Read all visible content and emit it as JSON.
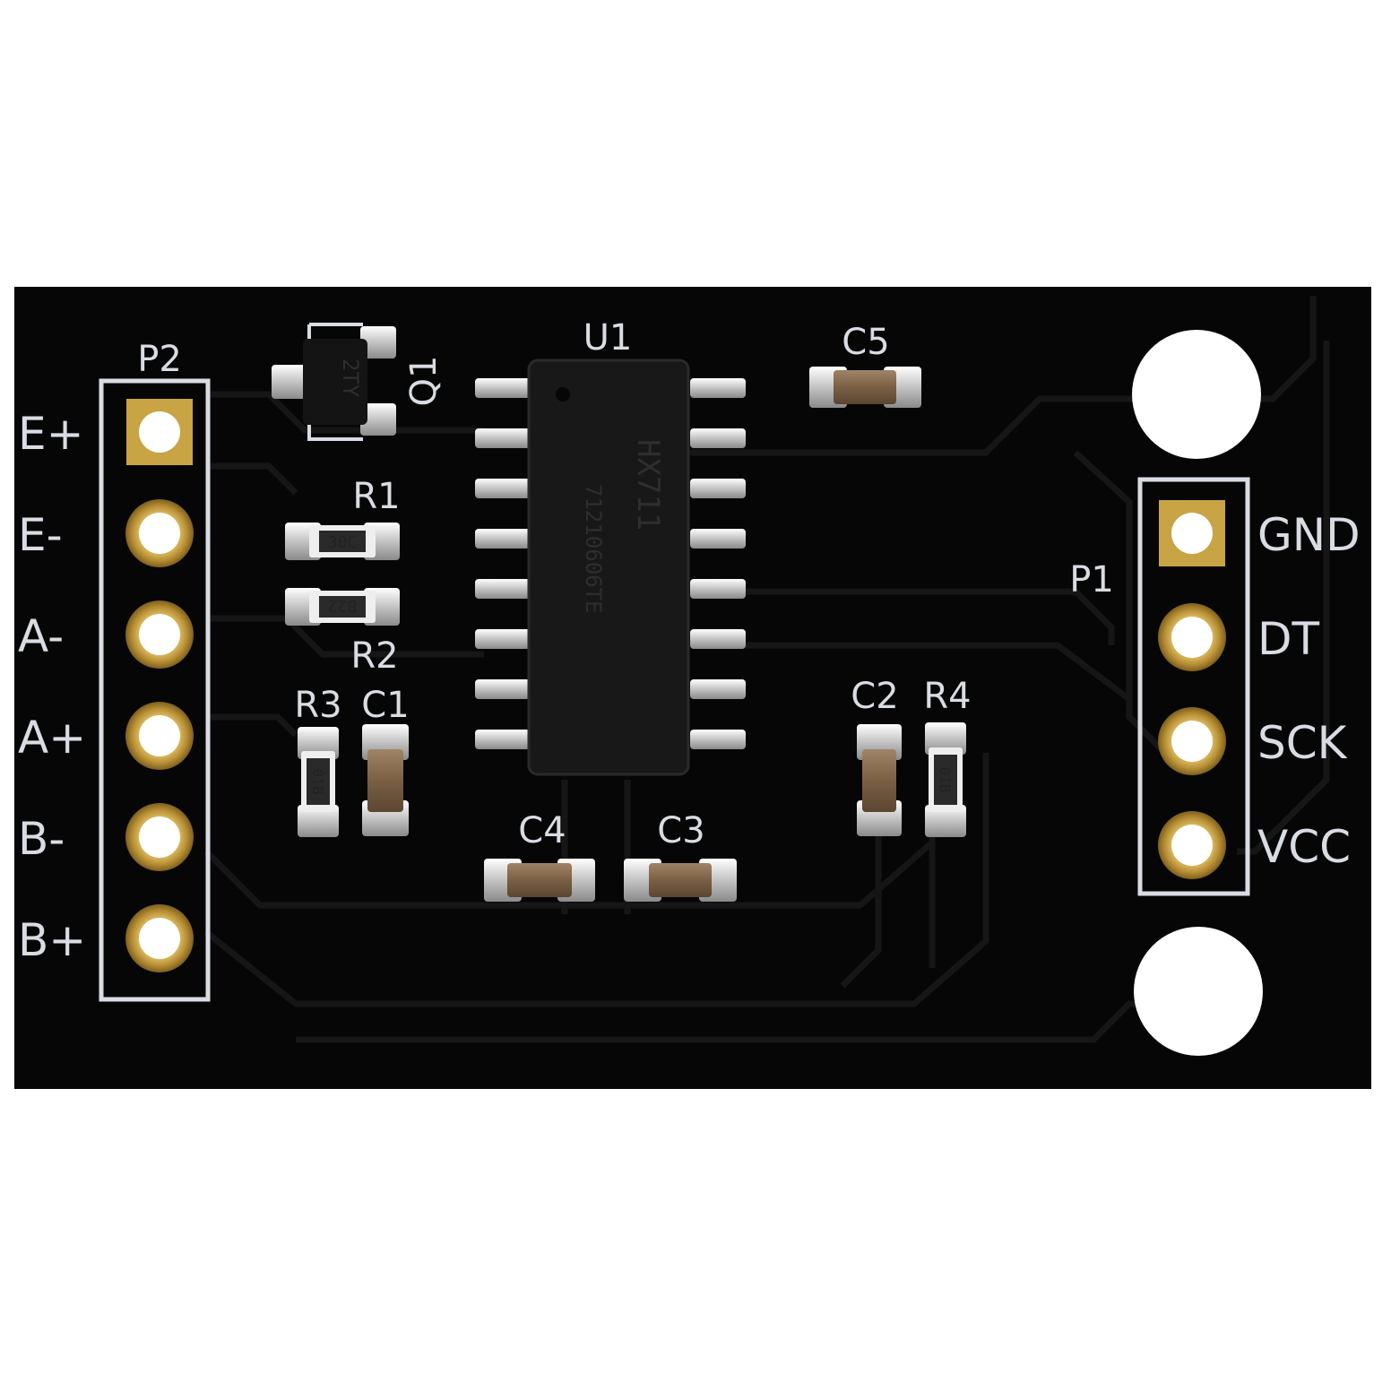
{
  "board": {
    "colors": {
      "solder_mask": "#060606",
      "silkscreen": "#d9dde3",
      "gold": "#c9a445",
      "background": "#ffffff"
    },
    "headers": {
      "left": {
        "designator": "P2",
        "pins": [
          {
            "label": "E+",
            "square": true
          },
          {
            "label": "E-",
            "square": false
          },
          {
            "label": "A-",
            "square": false
          },
          {
            "label": "A+",
            "square": false
          },
          {
            "label": "B-",
            "square": false
          },
          {
            "label": "B+",
            "square": false
          }
        ]
      },
      "right": {
        "designator": "P1",
        "pins": [
          {
            "label": "GND",
            "square": true
          },
          {
            "label": "DT",
            "square": false
          },
          {
            "label": "SCK",
            "square": false
          },
          {
            "label": "VCC",
            "square": false
          }
        ]
      }
    },
    "ic": {
      "designator": "U1",
      "marking_line1": "HX711",
      "marking_line2": "71210606TE"
    },
    "transistor": {
      "designator": "Q1",
      "marking": "2TY"
    },
    "resistors": [
      {
        "designator": "R1",
        "marking": "30C"
      },
      {
        "designator": "R2",
        "marking": "B22"
      },
      {
        "designator": "R3",
        "marking": "01B"
      },
      {
        "designator": "R4",
        "marking": "01B"
      }
    ],
    "capacitors": [
      {
        "designator": "C1"
      },
      {
        "designator": "C2"
      },
      {
        "designator": "C3"
      },
      {
        "designator": "C4"
      },
      {
        "designator": "C5"
      }
    ]
  }
}
